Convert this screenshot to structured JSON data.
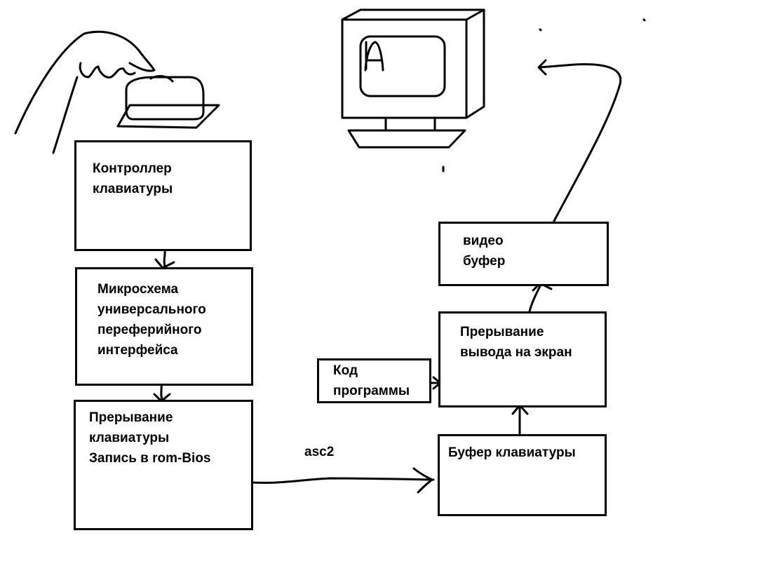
{
  "boxes": {
    "keyboard_controller": "Контроллер\nклавиатуры",
    "microchip": "Микросхема\nуниверсального\nпереферийного\nинтерфейса",
    "keyboard_interrupt": "Прерывание\nклавиатуры\nЗапись в rom-Bios",
    "program_code": "Код\nпрограммы",
    "output_interrupt": "Прерывание\nвывода на экран",
    "keyboard_buffer": "Буфер клавиатуры",
    "video_buffer": "видео\nбуфер"
  },
  "edges": {
    "ascii_label": "asc2"
  },
  "icons": {
    "hand": "hand-icon",
    "key": "keyboard-key-icon",
    "monitor": "monitor-icon",
    "screen_letter": "A"
  }
}
